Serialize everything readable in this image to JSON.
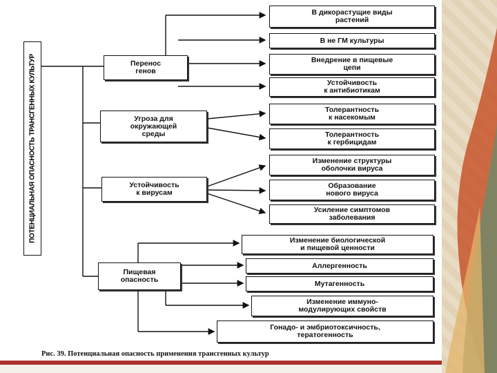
{
  "diagram": {
    "vertical_title": "ПОТЕНЦИАЛЬНАЯ ОПАСНОСТЬ ТРАНСГЕННЫХ КУЛЬТУР",
    "causes": {
      "gene_transfer": "Перенос\nгенов",
      "environment_threat": "Угроза для\nокружающей\nсреды",
      "virus_resistance": "Устойчивость\nк вирусам",
      "food_danger": "Пищевая\nопасность"
    },
    "effects": {
      "wild_plants": "В дикорастущие виды\nрастений",
      "non_gm_crops": "В не ГМ культуры",
      "soil_introduction": "Внедрение в пищевые\nцепи",
      "antibiotic_resistance": "Устойчивость\nк антибиотикам",
      "insect_tolerance": "Толерантность\nк насекомым",
      "herbicide_tolerance": "Толерантность\nк гербицидам",
      "virus_coat_change": "Изменение структуры\nоболочки вируса",
      "new_virus": "Образование\nнового вируса",
      "disease_symptoms": "Усиление симптомов\nзаболевания",
      "bio_nutrition_change": "Изменение биологической\nи пищевой ценности",
      "allergenicity": "Аллергенность",
      "mutagenicity": "Мутагенность",
      "immunomodulation": "Изменение иммуно-\nмодулирующих свойств",
      "teratogenicity": "Гонадо- и эмбриотоксичность,\nтератогенность"
    },
    "caption": "Рис. 39. Потенциальная опасность применения трансгенных культур"
  },
  "colors": {
    "line": "#111111",
    "accent_bar": "#a8322a"
  }
}
